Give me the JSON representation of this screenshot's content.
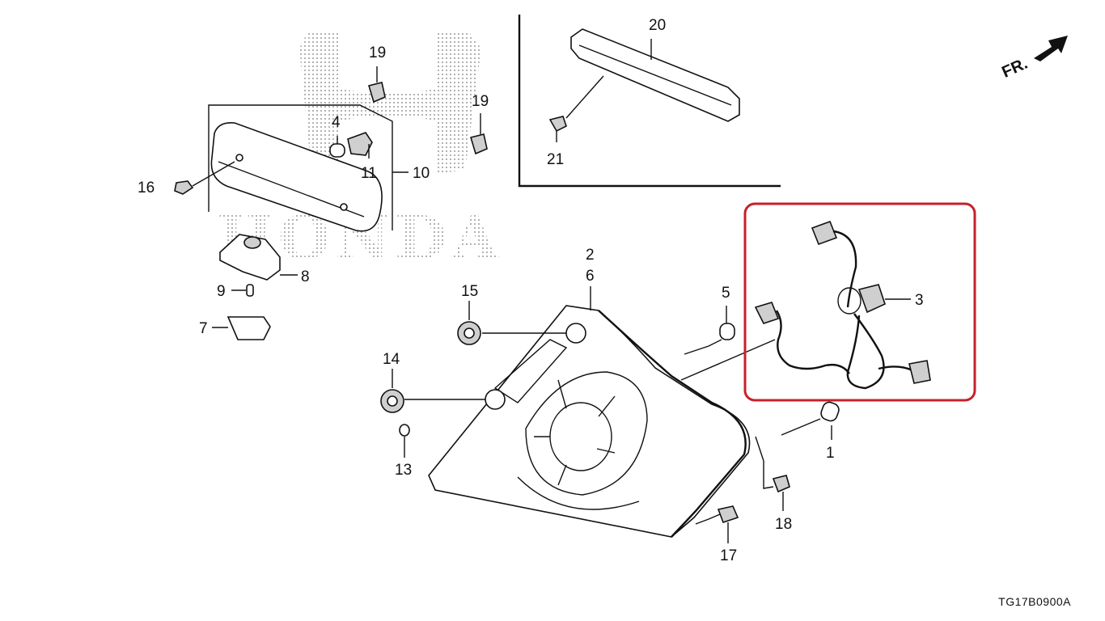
{
  "diagram": {
    "code": "TG17B0900A",
    "direction_label": "FR.",
    "watermark_text": "HONDA",
    "highlight_color": "#c8202a",
    "callouts": [
      "1",
      "2",
      "3",
      "4",
      "5",
      "6",
      "7",
      "8",
      "9",
      "10",
      "11",
      "13",
      "14",
      "15",
      "16",
      "17",
      "18",
      "19",
      "19",
      "20",
      "21"
    ]
  }
}
